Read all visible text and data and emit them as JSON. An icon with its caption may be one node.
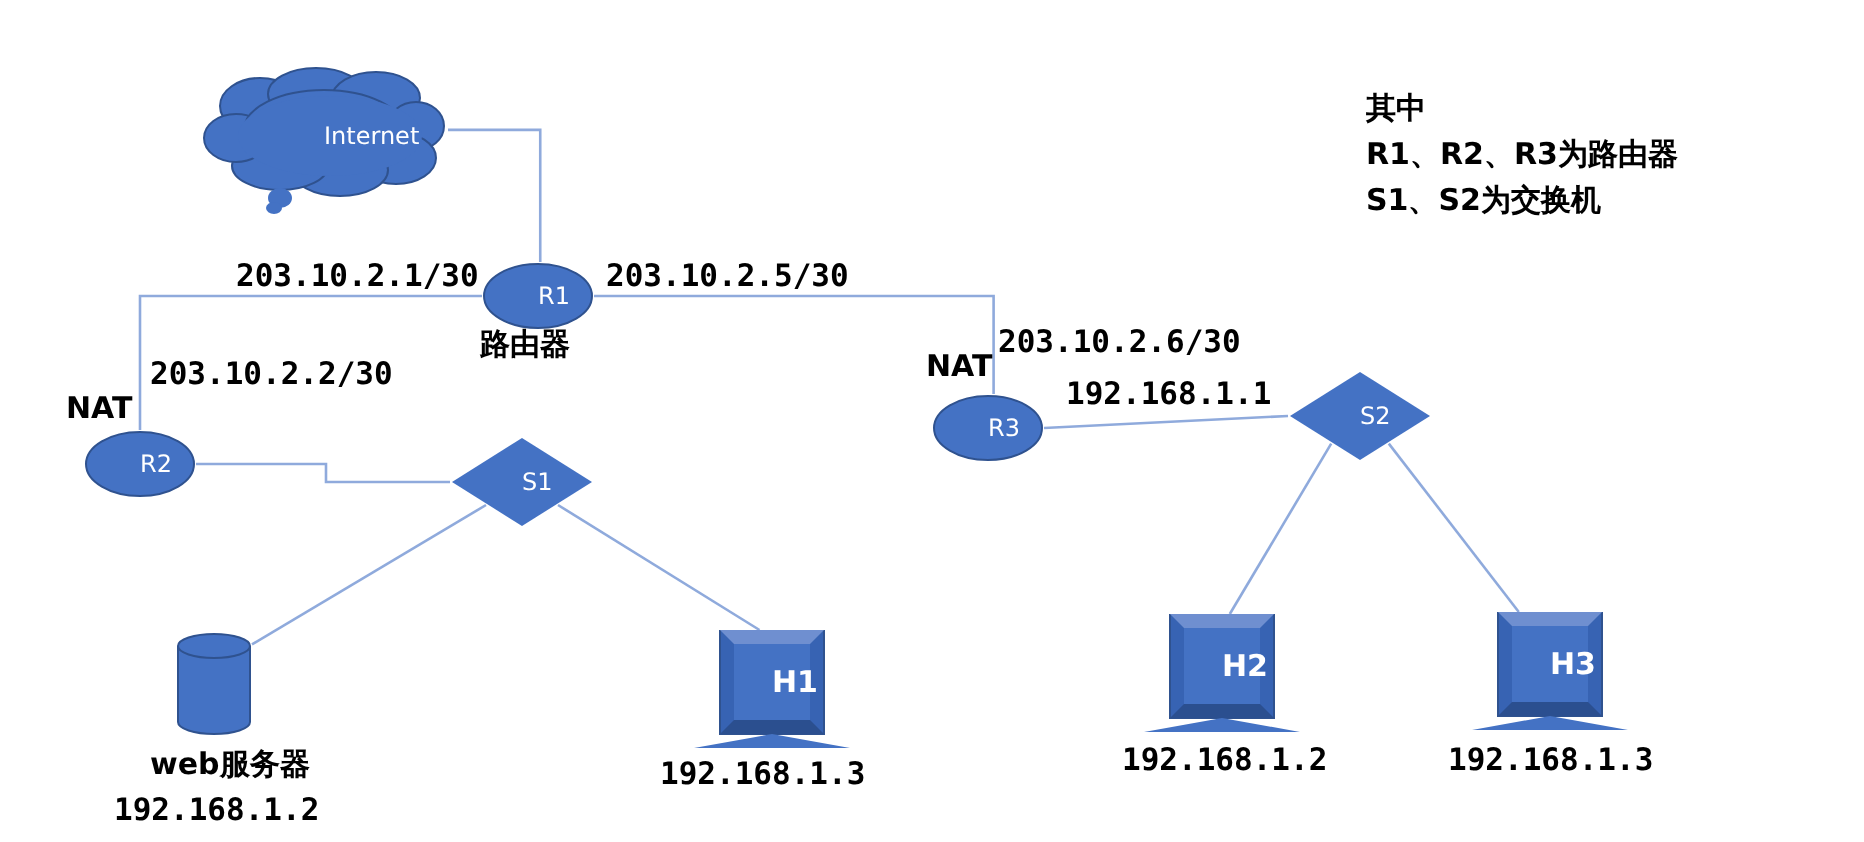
{
  "diagram": {
    "nodes": [
      {
        "text": [
          "Internet"
        ]
      },
      {
        "text": [
          "R1"
        ],
        "beside": [
          "路由器"
        ]
      },
      {
        "text": [
          "R2"
        ],
        "beside": [
          "NAT"
        ]
      },
      {
        "text": [
          "R3"
        ],
        "beside": [
          "NAT"
        ]
      },
      {
        "text": [
          "S1"
        ]
      },
      {
        "text": [
          "S2"
        ]
      },
      {
        "text": [],
        "shape": "cylinder",
        "beside": [
          "web服务器",
          "192.168.1.2"
        ]
      },
      {
        "text": [
          "H1"
        ],
        "beside": [
          "192.168.1.3"
        ]
      },
      {
        "text": [
          "H2"
        ],
        "beside": [
          "192.168.1.2"
        ]
      },
      {
        "text": [
          "H3"
        ],
        "beside": [
          "192.168.1.3"
        ]
      }
    ],
    "edges": [
      {
        "from": 0,
        "to": 1,
        "arrow": "none"
      },
      {
        "from": 1,
        "to": 2,
        "arrow": "none"
      },
      {
        "from": 1,
        "to": 3,
        "arrow": "none"
      },
      {
        "from": 2,
        "to": 4,
        "arrow": "none"
      },
      {
        "from": 3,
        "to": 5,
        "arrow": "none"
      },
      {
        "from": 4,
        "to": 6,
        "arrow": "none"
      },
      {
        "from": 4,
        "to": 7,
        "arrow": "none"
      },
      {
        "from": 5,
        "to": 8,
        "arrow": "none"
      },
      {
        "from": 5,
        "to": 9,
        "arrow": "none"
      }
    ],
    "labels": [
      "203.10.2.1/30",
      "203.10.2.5/30",
      "203.10.2.2/30",
      "203.10.2.6/30",
      "192.168.1.1",
      "其中",
      "R1、R2、R3为路由器",
      "S1、S2为交换机"
    ]
  }
}
